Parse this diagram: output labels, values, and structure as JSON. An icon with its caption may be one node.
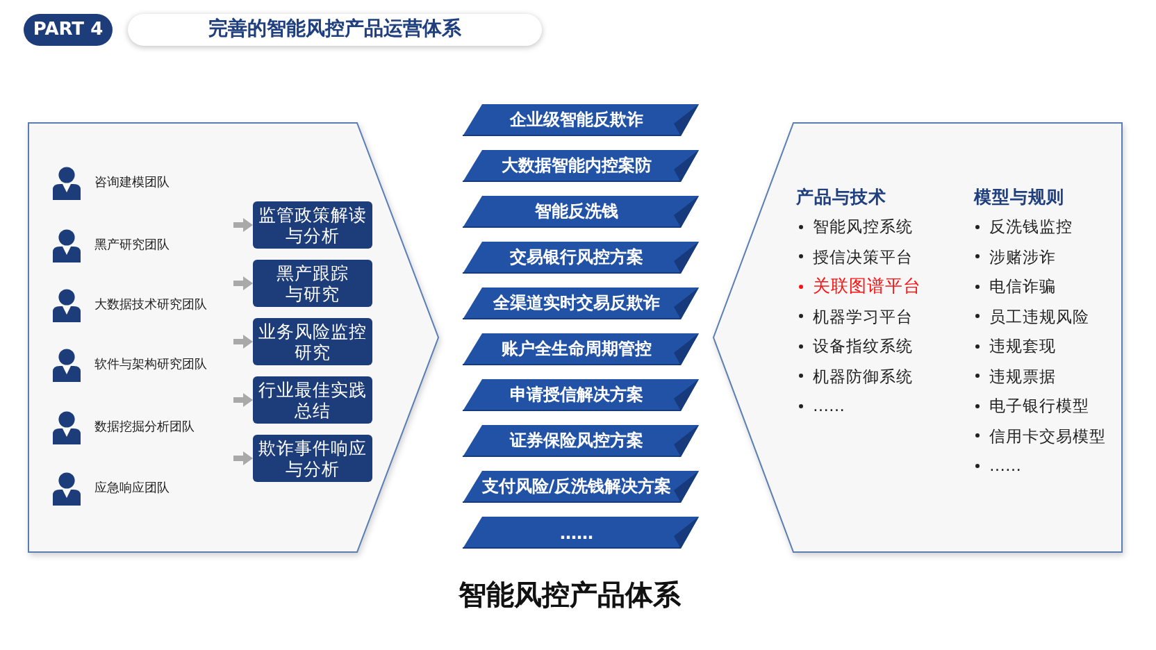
{
  "diagram": {
    "title": "完善的智能风控产品运营体系",
    "caption": "智能风控产品体系",
    "nodes": [
      {
        "text": [
          "PART 4"
        ]
      },
      {
        "text": [
          "咨询建模团队",
          "黑产研究团队",
          "大数据技术研究团队",
          "软件与架构研究团队",
          "数据挖掘分析团队",
          "应急响应团队"
        ]
      },
      {
        "text": [
          "监管政策解读与分析"
        ],
        "in": 1
      },
      {
        "text": [
          "黑产跟踪与研究"
        ],
        "in": 1
      },
      {
        "text": [
          "业务风险监控研究"
        ],
        "in": 1
      },
      {
        "text": [
          "行业最佳实践总结"
        ],
        "in": 1
      },
      {
        "text": [
          "欺诈事件响应与分析"
        ],
        "in": 1
      },
      {
        "text": [
          "企业级智能反欺诈"
        ]
      },
      {
        "text": [
          "大数据智能内控案防"
        ]
      },
      {
        "text": [
          "智能反洗钱"
        ]
      },
      {
        "text": [
          "交易银行风控方案"
        ]
      },
      {
        "text": [
          "全渠道实时交易反欺诈"
        ]
      },
      {
        "text": [
          "账户全生命周期管控"
        ]
      },
      {
        "text": [
          "申请授信解决方案"
        ]
      },
      {
        "text": [
          "证券保险风控方案"
        ]
      },
      {
        "text": [
          "支付风险/反洗钱解决方案"
        ]
      },
      {
        "text": [
          "……"
        ]
      },
      {
        "text": [
          "产品与技术",
          "智能风控系统",
          "授信决策平台",
          "关联图谱平台",
          "机器学习平台",
          "设备指纹系统",
          "机器防御系统",
          "……",
          "模型与规则",
          "反洗钱监控",
          "涉赌涉诈",
          "电信诈骗",
          "员工违规风险",
          "违规套现",
          "违规票据",
          "电子银行模型",
          "信用卡交易模型",
          "……"
        ]
      }
    ],
    "edges": [
      {
        "from": null,
        "to": 2,
        "arrow": "to"
      },
      {
        "from": null,
        "to": 3,
        "arrow": "to"
      },
      {
        "from": null,
        "to": 4,
        "arrow": "to"
      },
      {
        "from": null,
        "to": 5,
        "arrow": "to"
      },
      {
        "from": null,
        "to": 6,
        "arrow": "to"
      }
    ]
  }
}
